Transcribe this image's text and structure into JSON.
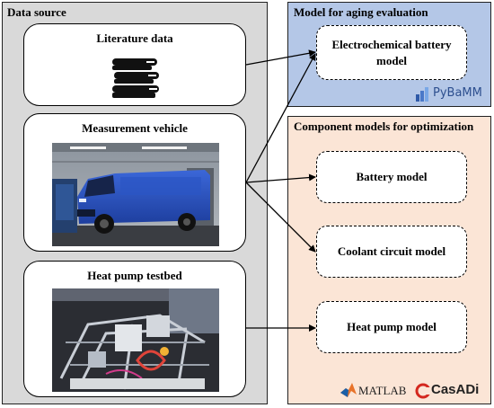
{
  "data_source": {
    "title": "Data source",
    "literature_title": "Literature data",
    "vehicle_title": "Measurement vehicle",
    "testbed_title": "Heat pump testbed"
  },
  "aging": {
    "title": "Model for aging evaluation",
    "model_label": "Electrochemical battery model",
    "logo_text": "PyBaMM"
  },
  "optimization": {
    "title": "Component models for optimization",
    "battery_label": "Battery model",
    "coolant_label": "Coolant circuit model",
    "heatpump_label": "Heat pump model",
    "matlab_text": "MATLAB",
    "casadi_text": "CasADi"
  },
  "icons": {
    "literature": "book-stack-icon",
    "pybamm": "pybamm-logo-icon",
    "matlab": "matlab-logo-icon",
    "casadi": "casadi-logo-icon"
  }
}
